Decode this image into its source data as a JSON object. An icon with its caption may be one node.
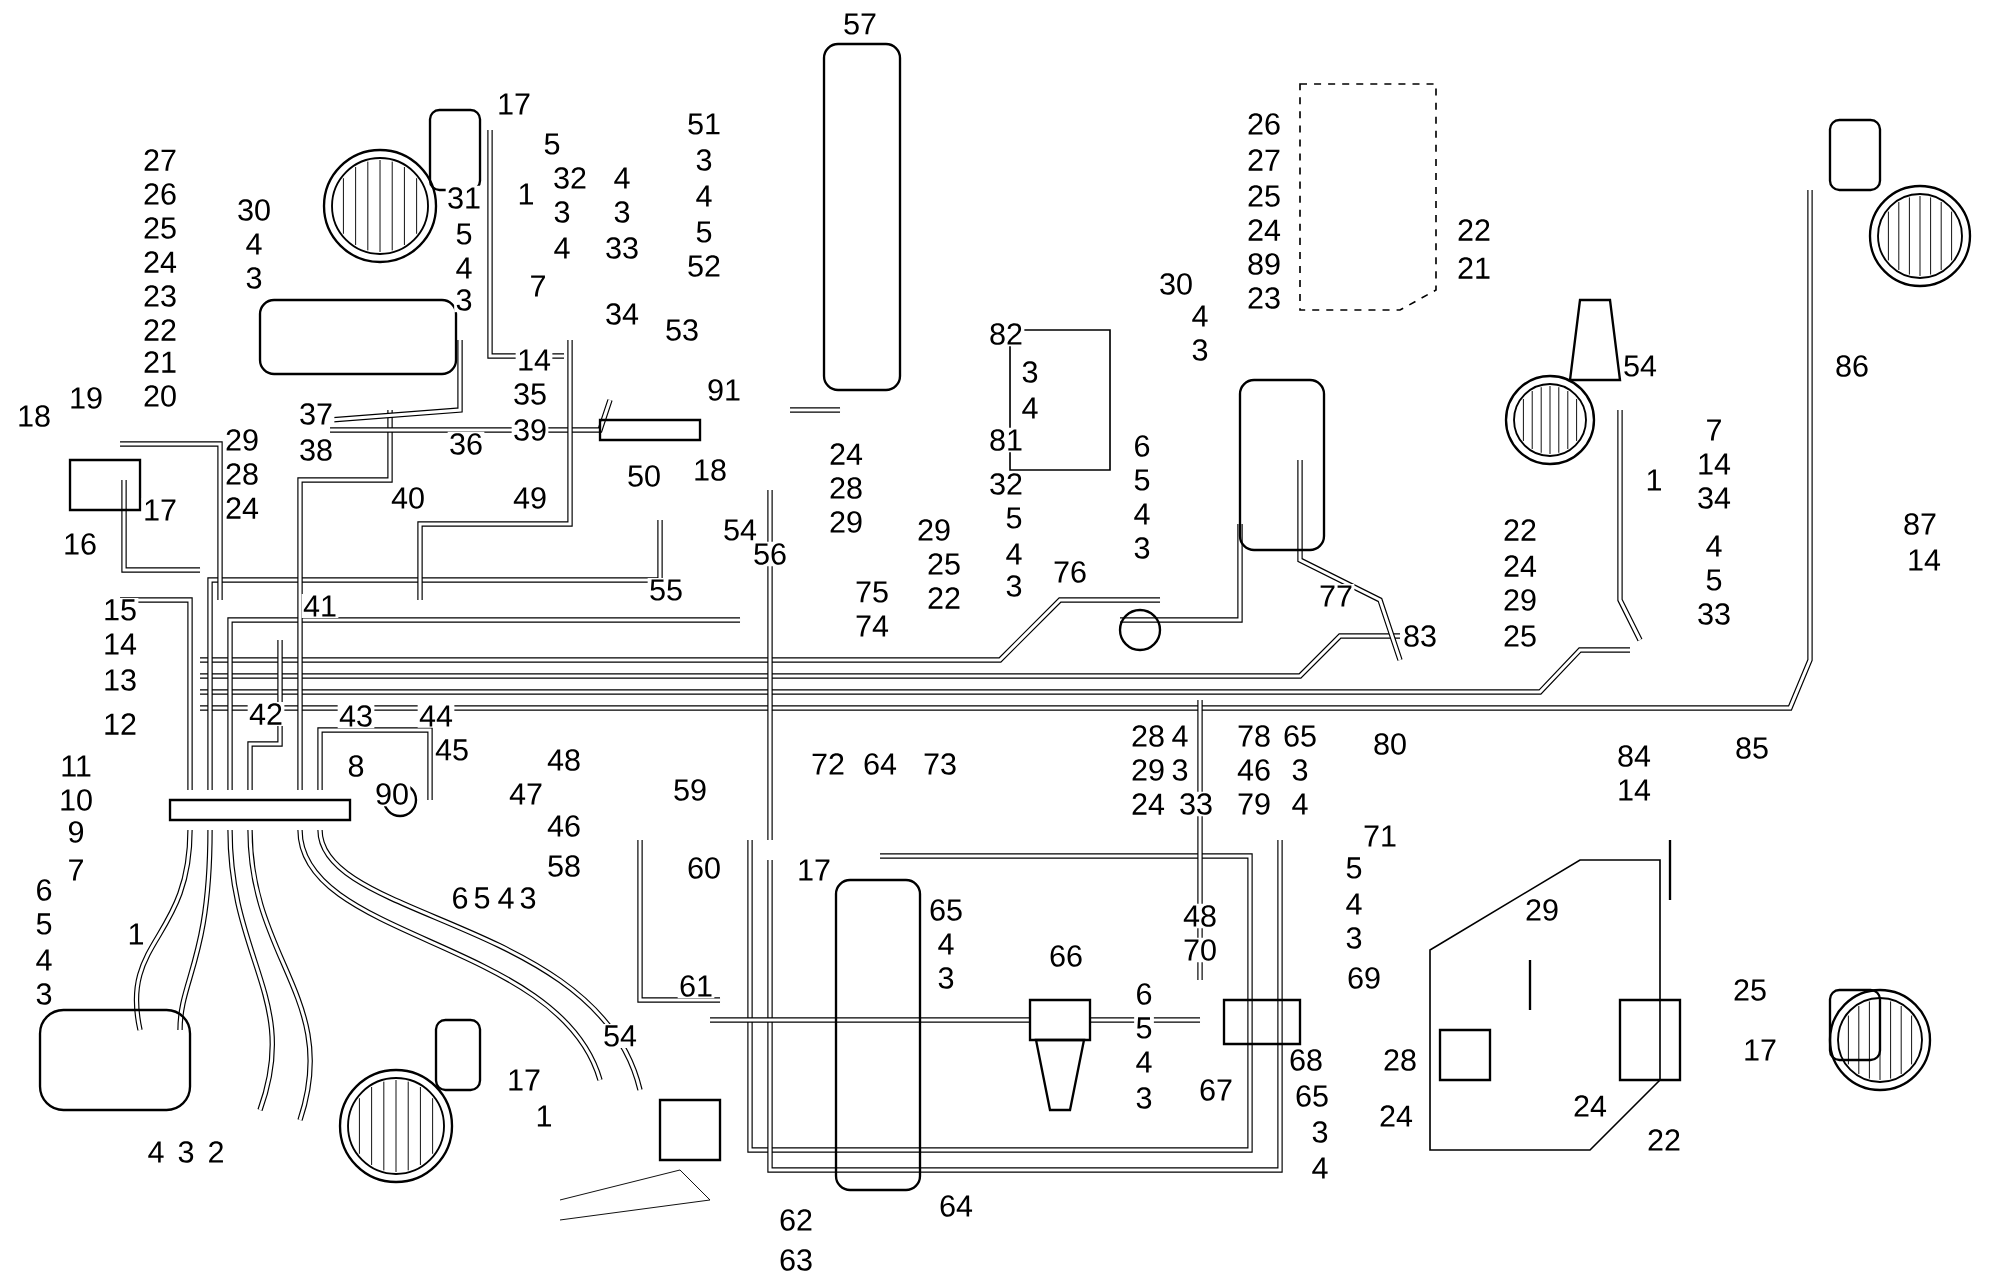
{
  "diagram": {
    "labels": [
      "57",
      "17",
      "5",
      "51",
      "3",
      "4",
      "5",
      "52",
      "27",
      "26",
      "25",
      "24",
      "23",
      "22",
      "21",
      "20",
      "30",
      "4",
      "3",
      "32",
      "1",
      "31",
      "3",
      "5",
      "4",
      "4",
      "3",
      "4",
      "3",
      "33",
      "7",
      "34",
      "14",
      "35",
      "53",
      "91",
      "19",
      "18",
      "17",
      "16",
      "37",
      "38",
      "36",
      "39",
      "40",
      "49",
      "29",
      "28",
      "24",
      "50",
      "18",
      "54",
      "55",
      "56",
      "24",
      "28",
      "29",
      "15",
      "14",
      "41",
      "26",
      "27",
      "25",
      "24",
      "89",
      "23",
      "22",
      "21",
      "82",
      "3",
      "4",
      "81",
      "30",
      "4",
      "3",
      "6",
      "5",
      "4",
      "3",
      "32",
      "5",
      "4",
      "3",
      "29",
      "25",
      "22",
      "76",
      "77",
      "75",
      "74",
      "54",
      "86",
      "1",
      "7",
      "14",
      "34",
      "4",
      "5",
      "33",
      "22",
      "24",
      "29",
      "25",
      "87",
      "14",
      "83",
      "13",
      "12",
      "42",
      "43",
      "80",
      "85",
      "84",
      "14",
      "11",
      "10",
      "8",
      "9",
      "7",
      "44",
      "45",
      "90",
      "47",
      "48",
      "46",
      "58",
      "6",
      "5",
      "4",
      "3",
      "59",
      "60",
      "72",
      "64",
      "73",
      "28",
      "29",
      "24",
      "4",
      "3",
      "33",
      "78",
      "46",
      "79",
      "65",
      "3",
      "4",
      "71",
      "5",
      "4",
      "3",
      "69",
      "17",
      "65",
      "4",
      "3",
      "66",
      "6",
      "5",
      "4",
      "3",
      "1",
      "48",
      "70",
      "6",
      "5",
      "4",
      "3",
      "61",
      "54",
      "29",
      "25",
      "17",
      "28",
      "68",
      "17",
      "65",
      "67",
      "24",
      "24",
      "1",
      "22",
      "3",
      "4",
      "3",
      "2",
      "4",
      "64",
      "62",
      "63"
    ]
  }
}
